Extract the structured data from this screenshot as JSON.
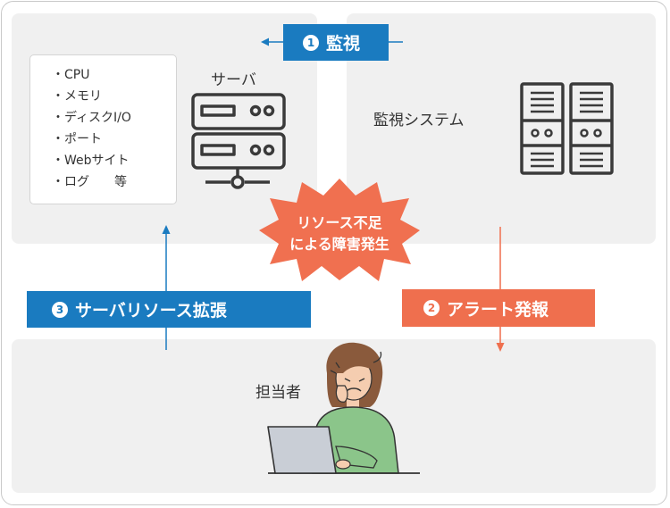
{
  "server_list": {
    "items": [
      "・CPU",
      "・メモリ",
      "・ディスクI/O",
      "・ポート",
      "・Webサイト",
      "・ログ　　等"
    ]
  },
  "labels": {
    "server": "サーバ",
    "monitor_system": "監視システム",
    "person": "担当者"
  },
  "steps": {
    "monitor": {
      "num": "1",
      "label": "監視"
    },
    "alert": {
      "num": "2",
      "label": "アラート発報"
    },
    "expand": {
      "num": "3",
      "label": "サーバリソース拡張"
    }
  },
  "event": {
    "line1": "リソース不足",
    "line2": "による障害発生"
  },
  "colors": {
    "blue": "#1a7bc0",
    "orange": "#ef6f4e",
    "panel": "#f0f0f0",
    "icon": "#3a3a3a"
  }
}
